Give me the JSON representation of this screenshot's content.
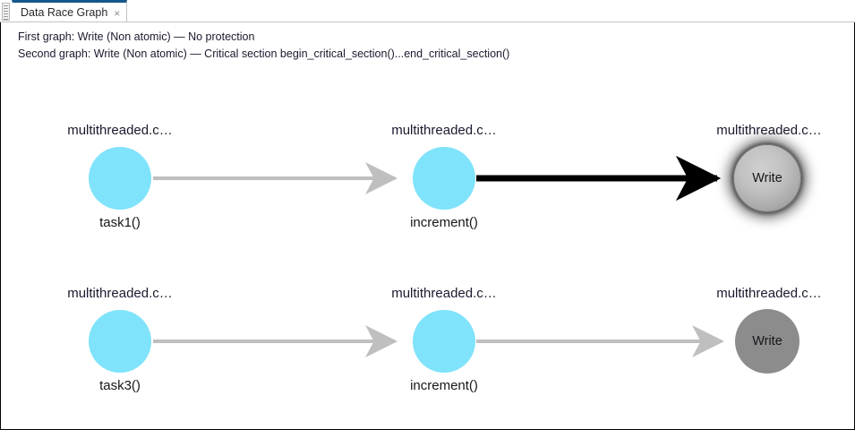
{
  "window": {
    "tab": {
      "title": "Data Race Graph",
      "close_label": "×"
    }
  },
  "legend": {
    "line1": "First graph: Write (Non atomic) — No protection",
    "line2": "Second graph: Write (Non atomic) — Critical section begin_critical_section()...end_critical_section()"
  },
  "colors": {
    "tab_active_indicator": "#14578c",
    "node_cyan": "#7fe3fb",
    "node_gray": "#8c8c8c",
    "edge_gray": "#bfbfbf",
    "edge_highlight": "#000000",
    "text": "#1a1a2e",
    "frame_border": "#000000"
  },
  "graph": {
    "rows": [
      {
        "id": "first-graph",
        "nodes": [
          {
            "id": "task1",
            "kind": "cyan",
            "top_label": "multithreaded.c…",
            "bottom_label": "task1()",
            "inner_label": ""
          },
          {
            "id": "increment1",
            "kind": "cyan",
            "top_label": "multithreaded.c…",
            "bottom_label": "increment()",
            "inner_label": ""
          },
          {
            "id": "write1",
            "kind": "gray-highlight",
            "top_label": "multithreaded.c…",
            "bottom_label": "",
            "inner_label": "Write"
          }
        ],
        "edges": [
          {
            "from": "task1",
            "to": "increment1",
            "style": "normal"
          },
          {
            "from": "increment1",
            "to": "write1",
            "style": "highlight"
          }
        ]
      },
      {
        "id": "second-graph",
        "nodes": [
          {
            "id": "task3",
            "kind": "cyan",
            "top_label": "multithreaded.c…",
            "bottom_label": "task3()",
            "inner_label": ""
          },
          {
            "id": "increment2",
            "kind": "cyan",
            "top_label": "multithreaded.c…",
            "bottom_label": "increment()",
            "inner_label": ""
          },
          {
            "id": "write2",
            "kind": "gray",
            "top_label": "multithreaded.c…",
            "bottom_label": "",
            "inner_label": "Write"
          }
        ],
        "edges": [
          {
            "from": "task3",
            "to": "increment2",
            "style": "normal"
          },
          {
            "from": "increment2",
            "to": "write2",
            "style": "normal"
          }
        ]
      }
    ]
  }
}
